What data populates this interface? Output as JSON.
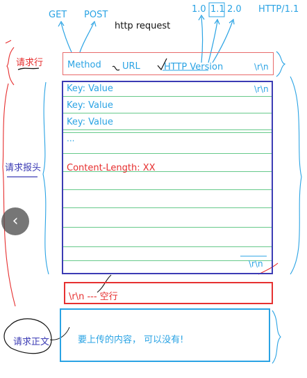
{
  "top": {
    "title": "http request",
    "methods": [
      "GET",
      "POST"
    ],
    "versions": [
      "1.0",
      "1.1",
      "2.0",
      "HTTP/1.1"
    ]
  },
  "request_line": {
    "label": "请求行",
    "method": "Method",
    "url": "URL",
    "version": "HTTP Version",
    "crlf": "\\r\\n"
  },
  "header": {
    "label": "请求报头",
    "rows": [
      "Key: Value",
      "Key: Value",
      "Key: Value",
      "..."
    ],
    "first_row_crlf": "\\r\\n",
    "content_length": "Content-Length: XX",
    "end_crlf": "\\r\\n"
  },
  "blank_line": {
    "text": "\\r\\n --- 空行"
  },
  "body": {
    "label": "请求正文",
    "text": "要上传的内容， 可以没有!"
  },
  "nav": {
    "prev_glyph": "‹"
  },
  "colors": {
    "blue": "#2aa3e4",
    "red": "#e62e2e",
    "navy": "#3b3bb4",
    "green_line": "#66c98a"
  }
}
